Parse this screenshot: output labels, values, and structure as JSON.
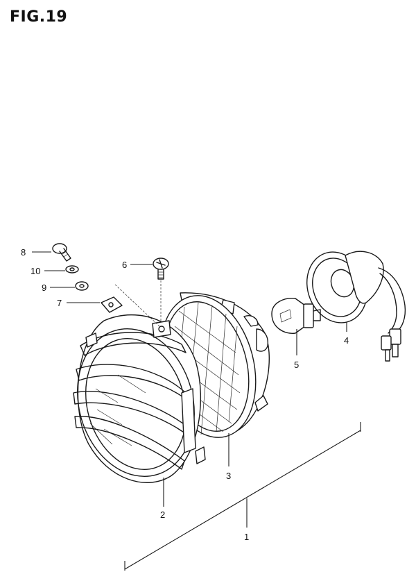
{
  "figure": {
    "title": "FIG.19"
  },
  "callouts": [
    {
      "id": "1",
      "label": "1"
    },
    {
      "id": "2",
      "label": "2"
    },
    {
      "id": "3",
      "label": "3"
    },
    {
      "id": "4",
      "label": "4"
    },
    {
      "id": "5",
      "label": "5"
    },
    {
      "id": "6",
      "label": "6"
    },
    {
      "id": "7",
      "label": "7"
    },
    {
      "id": "8",
      "label": "8"
    },
    {
      "id": "9",
      "label": "9"
    },
    {
      "id": "10",
      "label": "10"
    }
  ],
  "colors": {
    "ink": "#1a1a1a",
    "paper": "#ffffff"
  }
}
